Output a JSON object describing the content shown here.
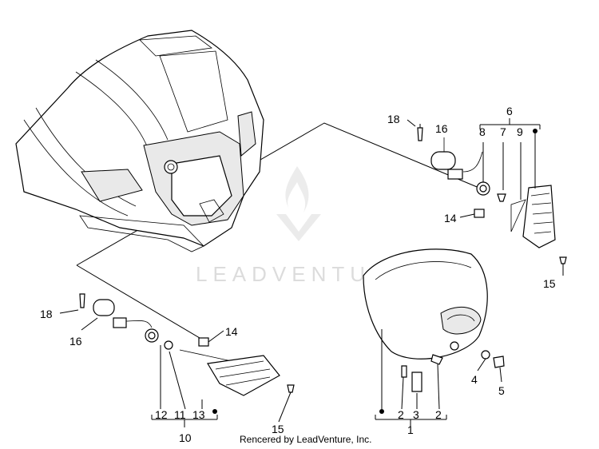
{
  "watermark": {
    "brand": "LEADVENTURE",
    "logo_icon": "flame-v-logo-icon"
  },
  "credit": "Rencered by LeadVenture, Inc.",
  "callouts": {
    "c1": "1",
    "c2a": "2",
    "c2b": "2",
    "c3": "3",
    "c4": "4",
    "c5": "5",
    "c6": "6",
    "c7": "7",
    "c8": "8",
    "c9": "9",
    "c10": "10",
    "c11": "11",
    "c12": "12",
    "c13": "13",
    "c14a": "14",
    "c14b": "14",
    "c15a": "15",
    "c15b": "15",
    "c16a": "16",
    "c16b": "16",
    "c18a": "18",
    "c18b": "18"
  }
}
